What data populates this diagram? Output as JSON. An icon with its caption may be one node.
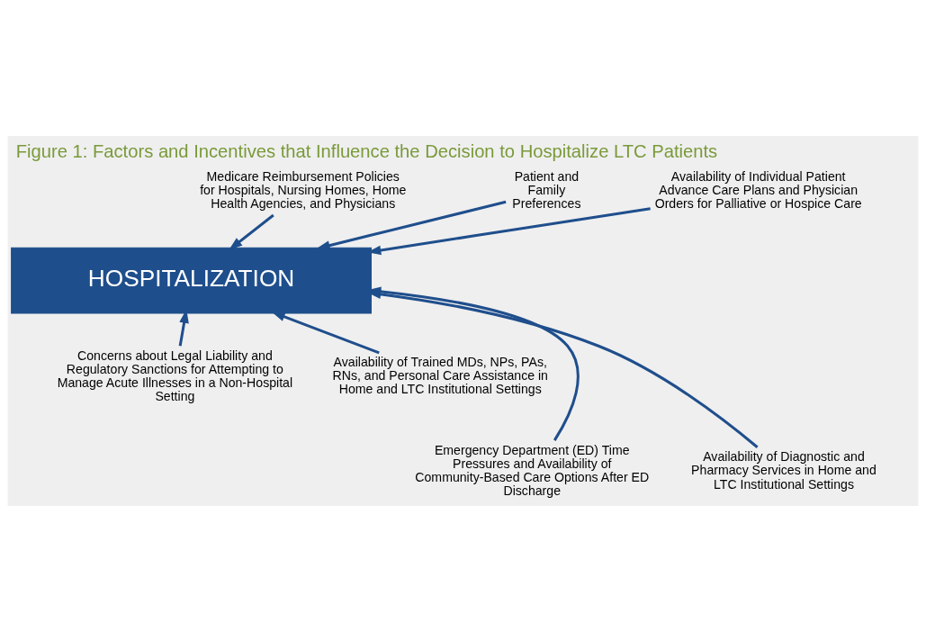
{
  "diagram": {
    "title": "Figure 1: Factors and Incentives that Influence the Decision to Hospitalize LTC Patients",
    "nodes": [
      {
        "text": [
          "HOSPITALIZATION"
        ]
      },
      {
        "text": [
          "Medicare Reimbursement Policies for Hospitals, Nursing Homes, Home Health Agencies, and Physicians"
        ]
      },
      {
        "text": [
          "Patient and Family Preferences"
        ]
      },
      {
        "text": [
          "Availability of Individual Patient Advance Care Plans and Physician Orders for Palliative or Hospice Care"
        ]
      },
      {
        "text": [
          "Concerns about Legal Liability and Regulatory Sanctions for Attempting to Manage Acute Illnesses in a Non-Hospital Setting"
        ]
      },
      {
        "text": [
          "Availability of Trained MDs, NPs, PAs, RNs, and Personal Care Assistance in Home and LTC Institutional Settings"
        ]
      },
      {
        "text": [
          "Emergency Department (ED) Time Pressures and Availability of Community-Based Care Options After ED Discharge"
        ]
      },
      {
        "text": [
          "Availability of Diagnostic and Pharmacy Services in Home and LTC Institutional Settings"
        ]
      }
    ],
    "edges": [
      {
        "from": 1,
        "to": 0,
        "arrow": "to"
      },
      {
        "from": 2,
        "to": 0,
        "arrow": "to"
      },
      {
        "from": 3,
        "to": 0,
        "arrow": "to"
      },
      {
        "from": 4,
        "to": 0,
        "arrow": "to"
      },
      {
        "from": 5,
        "to": 0,
        "arrow": "to"
      },
      {
        "from": 6,
        "to": 0,
        "arrow": "to"
      },
      {
        "from": 7,
        "to": 0,
        "arrow": "to"
      }
    ]
  }
}
